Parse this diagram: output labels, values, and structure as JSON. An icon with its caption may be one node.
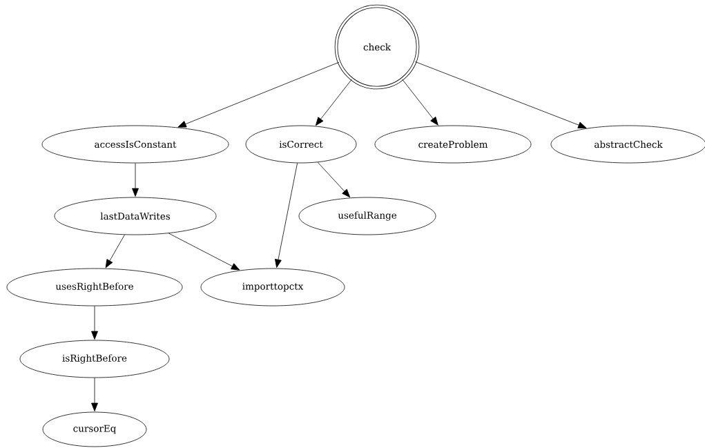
{
  "diagram": {
    "nodes": [
      {
        "text": [
          "check"
        ]
      },
      {
        "text": [
          "accessIsConstant"
        ]
      },
      {
        "text": [
          "isCorrect"
        ]
      },
      {
        "text": [
          "createProblem"
        ]
      },
      {
        "text": [
          "abstractCheck"
        ]
      },
      {
        "text": [
          "lastDataWrites"
        ]
      },
      {
        "text": [
          "usefulRange"
        ]
      },
      {
        "text": [
          "usesRightBefore"
        ]
      },
      {
        "text": [
          "importtopctx"
        ]
      },
      {
        "text": [
          "isRightBefore"
        ]
      },
      {
        "text": [
          "cursorEq"
        ]
      }
    ],
    "edges": [
      {
        "from": 0,
        "to": 1,
        "arrow": "to"
      },
      {
        "from": 0,
        "to": 2,
        "arrow": "to"
      },
      {
        "from": 0,
        "to": 3,
        "arrow": "to"
      },
      {
        "from": 0,
        "to": 4,
        "arrow": "to"
      },
      {
        "from": 1,
        "to": 5,
        "arrow": "to"
      },
      {
        "from": 2,
        "to": 8,
        "arrow": "to"
      },
      {
        "from": 2,
        "to": 6,
        "arrow": "to"
      },
      {
        "from": 5,
        "to": 7,
        "arrow": "to"
      },
      {
        "from": 5,
        "to": 8,
        "arrow": "to"
      },
      {
        "from": 7,
        "to": 9,
        "arrow": "to"
      },
      {
        "from": 9,
        "to": 10,
        "arrow": "to"
      }
    ]
  }
}
